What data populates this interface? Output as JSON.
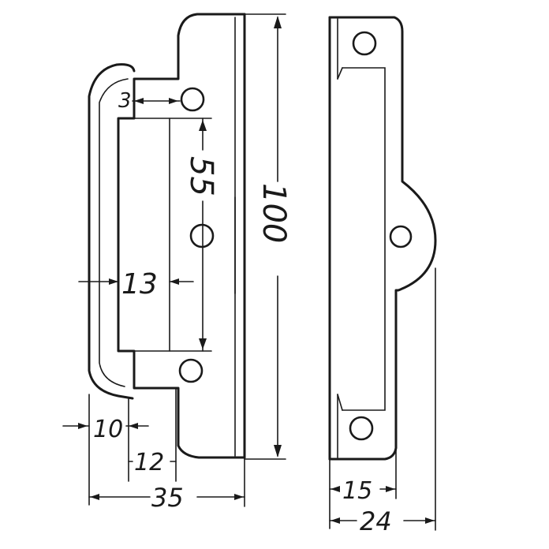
{
  "drawing": {
    "dimensions": {
      "d3": "3",
      "d55": "55",
      "d100": "100",
      "d13": "13",
      "d10": "10",
      "d12": "12",
      "d35": "35",
      "d15": "15",
      "d24": "24"
    },
    "colors": {
      "ink": "#1a1a1a",
      "paper": "#ffffff"
    }
  }
}
